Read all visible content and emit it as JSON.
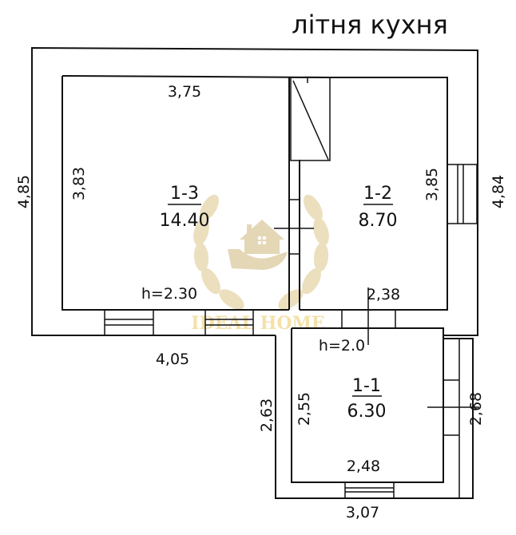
{
  "title": "літня кухня",
  "watermark": {
    "text": "IDEAL HOME",
    "color": "#e8d39a",
    "icon": "house-in-hand-laurel-icon"
  },
  "outer_dimensions": {
    "left_height": "4,85",
    "right_height": "4,84",
    "bottom_width_main": "4,05",
    "annex_left_height": "2,63",
    "annex_right_height": "2,68",
    "annex_bottom_width": "3,07"
  },
  "rooms": [
    {
      "id": "1-3",
      "area": "14.40",
      "width": "3,75",
      "height_dim": "3,83",
      "ceiling": "h=2.30"
    },
    {
      "id": "1-2",
      "area": "8.70",
      "width": "2,38",
      "height_dim": "3,85"
    },
    {
      "id": "1-1",
      "area": "6.30",
      "width": "2,48",
      "height_dim": "2,55",
      "ceiling": "h=2.0"
    }
  ]
}
